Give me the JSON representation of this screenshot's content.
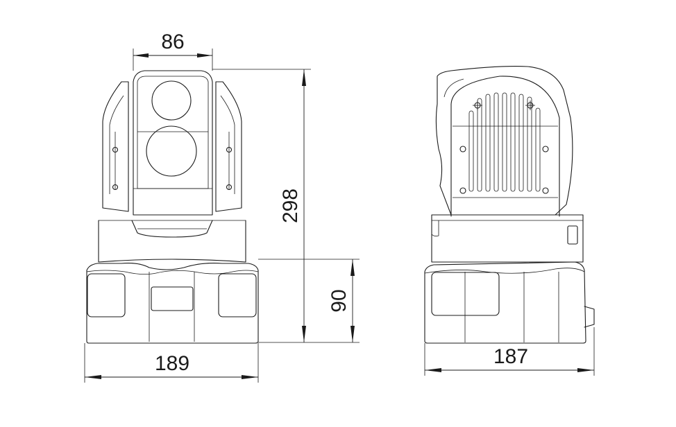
{
  "dimensions": {
    "front_top_width": "86",
    "front_total_height": "298",
    "front_base_height": "90",
    "front_base_width": "189",
    "side_base_width": "187"
  },
  "colors": {
    "line": "#1a1a1a",
    "background": "#ffffff"
  }
}
